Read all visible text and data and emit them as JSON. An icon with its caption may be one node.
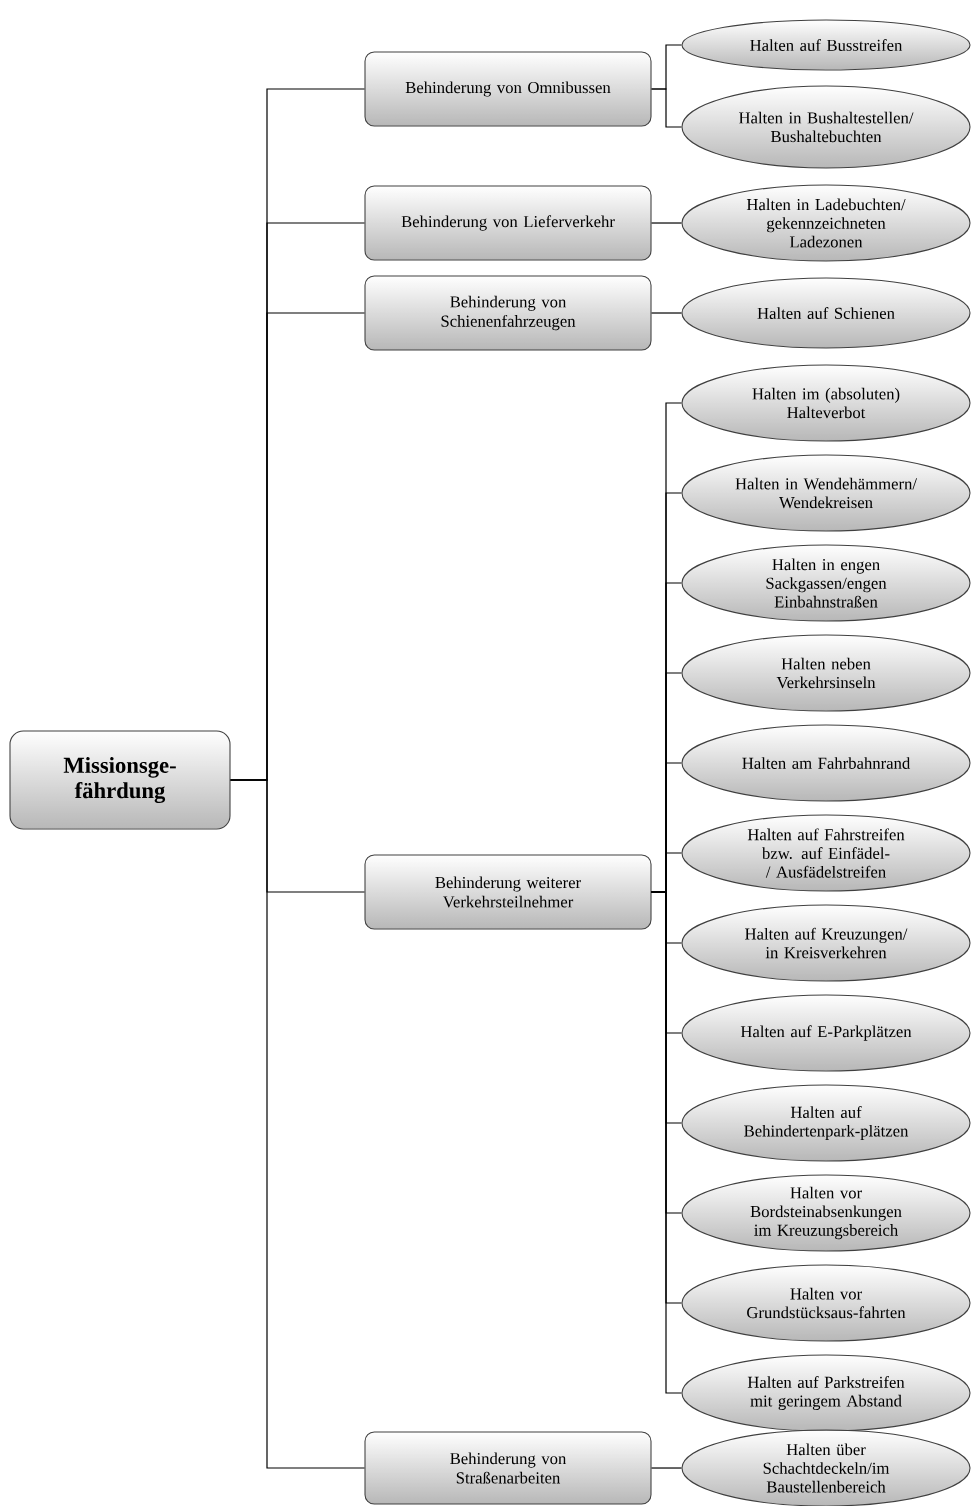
{
  "diagram": {
    "nodes": [
      {
        "text": [
          "Missionsge-fährdung"
        ]
      },
      {
        "text": [
          "Behinderung von Omnibussen"
        ]
      },
      {
        "text": [
          "Behinderung von Lieferverkehr"
        ]
      },
      {
        "text": [
          "Behinderung von Schienenfahrzeugen"
        ]
      },
      {
        "text": [
          "Behinderung weiterer Verkehrsteilnehmer"
        ]
      },
      {
        "text": [
          "Behinderung von Straßenarbeiten"
        ]
      },
      {
        "text": [
          "Halten auf Busstreifen"
        ]
      },
      {
        "text": [
          "Halten in Bushaltestellen/ Bushaltebuchten"
        ]
      },
      {
        "text": [
          "Halten in Ladebuchten/ gekennzeichneten Ladezonen"
        ]
      },
      {
        "text": [
          "Halten auf Schienen"
        ]
      },
      {
        "text": [
          "Halten im (absoluten) Halteverbot"
        ]
      },
      {
        "text": [
          "Halten in Wendehämmern/ Wendekreisen"
        ]
      },
      {
        "text": [
          "Halten in engen Sackgassen/engen Einbahnstraßen"
        ]
      },
      {
        "text": [
          "Halten neben Verkehrsinseln"
        ]
      },
      {
        "text": [
          "Halten am Fahrbahnrand"
        ]
      },
      {
        "text": [
          "Halten auf Fahrstreifen bzw. auf Einfädel-/ Ausfädelstreifen"
        ]
      },
      {
        "text": [
          "Halten auf Kreuzungen/ in Kreisverkehren"
        ]
      },
      {
        "text": [
          "Halten auf E-Parkplätzen"
        ]
      },
      {
        "text": [
          "Halten auf Behindertenpark-plätzen"
        ]
      },
      {
        "text": [
          "Halten vor Bordsteinabsenkungen im Kreuzungsbereich"
        ]
      },
      {
        "text": [
          "Halten vor Grundstücksaus-fahrten"
        ]
      },
      {
        "text": [
          "Halten auf Parkstreifen mit geringem Abstand"
        ]
      },
      {
        "text": [
          "Halten über Schachtdeckeln/im Baustellenbereich"
        ]
      }
    ],
    "edges": [
      {
        "from": 0,
        "to": 1,
        "arrow": "none"
      },
      {
        "from": 0,
        "to": 2,
        "arrow": "none"
      },
      {
        "from": 0,
        "to": 3,
        "arrow": "none"
      },
      {
        "from": 0,
        "to": 4,
        "arrow": "none"
      },
      {
        "from": 0,
        "to": 5,
        "arrow": "none"
      },
      {
        "from": 1,
        "to": 6,
        "arrow": "none"
      },
      {
        "from": 1,
        "to": 7,
        "arrow": "none"
      },
      {
        "from": 2,
        "to": 8,
        "arrow": "none"
      },
      {
        "from": 3,
        "to": 9,
        "arrow": "none"
      },
      {
        "from": 4,
        "to": 10,
        "arrow": "none"
      },
      {
        "from": 4,
        "to": 11,
        "arrow": "none"
      },
      {
        "from": 4,
        "to": 12,
        "arrow": "none"
      },
      {
        "from": 4,
        "to": 13,
        "arrow": "none"
      },
      {
        "from": 4,
        "to": 14,
        "arrow": "none"
      },
      {
        "from": 4,
        "to": 15,
        "arrow": "none"
      },
      {
        "from": 4,
        "to": 16,
        "arrow": "none"
      },
      {
        "from": 4,
        "to": 17,
        "arrow": "none"
      },
      {
        "from": 4,
        "to": 18,
        "arrow": "none"
      },
      {
        "from": 4,
        "to": 19,
        "arrow": "none"
      },
      {
        "from": 4,
        "to": 20,
        "arrow": "none"
      },
      {
        "from": 4,
        "to": 21,
        "arrow": "none"
      },
      {
        "from": 5,
        "to": 22,
        "arrow": "none"
      }
    ]
  }
}
